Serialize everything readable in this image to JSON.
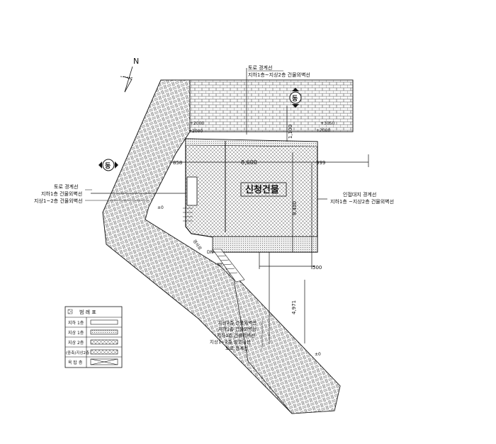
{
  "north_label": "N",
  "road_east_label": "동",
  "road_west_label": "동",
  "road_boundary_top": {
    "line1": "토로 경계선",
    "line2": "지하1층~지상2층 건물외벽선"
  },
  "road_boundary_left": {
    "line1": "토로 경계선",
    "line2": "지하1층 건물외벽선",
    "line3": "지상1~2층 건물외벽선"
  },
  "neighbor_boundary_right": {
    "line1": "인접대지 경계선",
    "line2": "지하1층 ~지상2층 건물외벽선"
  },
  "building_label": "신청건물",
  "dimensions": {
    "width": "8,600",
    "depth": "8,400",
    "top_setback": "1,100",
    "left_setback": "858",
    "right_setback": "999",
    "bottom_offset": "500",
    "diagonal_len": "4,971"
  },
  "elevations": {
    "top_left": "+2000",
    "top_left_sub": "+2000",
    "top_right": "+3050",
    "top_right_sub": "+2000",
    "left_zero": "±0",
    "bottom_zero": "±0"
  },
  "stair_label": "DN",
  "slope_label": "경사로",
  "bottom_callouts": [
    "지상2층 건물외벽선",
    "지하1층 건물외벽선",
    "지하1층 건물외벽선",
    "지상1~2층 발코니선",
    "도로 경계선"
  ],
  "legend": {
    "title": "범 례 표",
    "rows": [
      "지하 1층",
      "지상 1층",
      "지상 2층",
      "(중축)지상2층",
      "옥 탑 층"
    ]
  }
}
